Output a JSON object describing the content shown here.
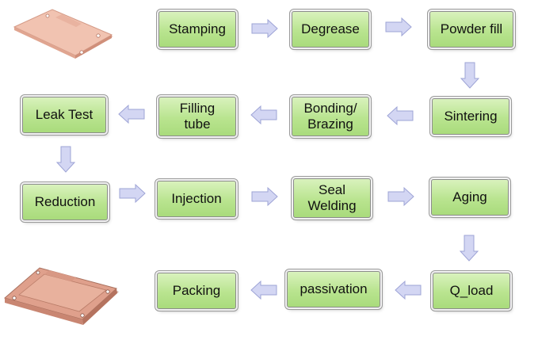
{
  "flow": {
    "colors": {
      "box_top": "#d9f2bd",
      "box_bottom": "#a9db7c",
      "arrow_fill": "#d3d6f3",
      "arrow_stroke": "#9ea4d6",
      "plate": "#e7a994"
    },
    "steps": [
      {
        "id": "stamping",
        "label": "Stamping"
      },
      {
        "id": "degrease",
        "label": "Degrease"
      },
      {
        "id": "powder-fill",
        "label": "Powder fill"
      },
      {
        "id": "sintering",
        "label": "Sintering"
      },
      {
        "id": "bonding-brazing",
        "label": "Bonding/\nBrazing"
      },
      {
        "id": "filling-tube",
        "label": "Filling\ntube"
      },
      {
        "id": "leak-test",
        "label": "Leak Test"
      },
      {
        "id": "reduction",
        "label": "Reduction"
      },
      {
        "id": "injection",
        "label": "Injection"
      },
      {
        "id": "seal-welding",
        "label": "Seal\nWelding"
      },
      {
        "id": "aging",
        "label": "Aging"
      },
      {
        "id": "q-load",
        "label": "Q_load"
      },
      {
        "id": "passivation",
        "label": "passivation"
      },
      {
        "id": "packing",
        "label": "Packing"
      }
    ]
  }
}
